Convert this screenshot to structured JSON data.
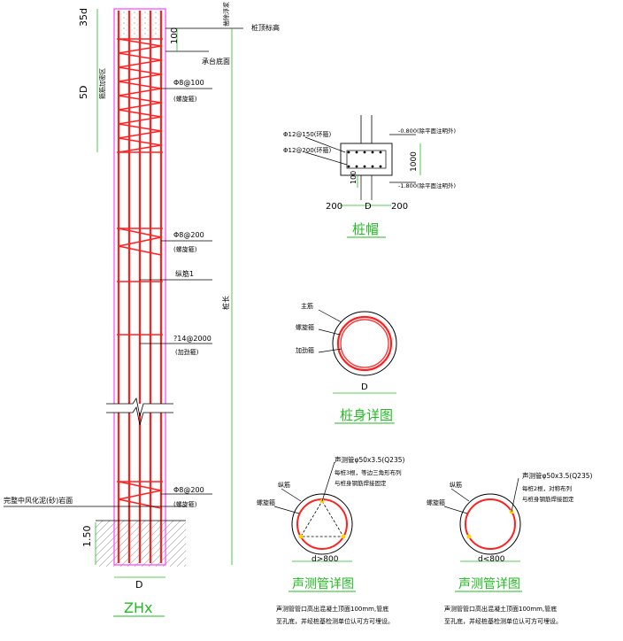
{
  "pile": {
    "dim_35d": "35d",
    "dim_100": "100",
    "dim_5d": "5D",
    "dim_150": "1.50",
    "dim_d": "D",
    "pile_length": "桩长",
    "pile_top_elev": "桩顶标高",
    "cap_bottom": "承台底面",
    "chisel_label": "凿除浮浆",
    "dense_zone": "箍筋加密区",
    "spiral_dense": "Φ8@100",
    "spiral_dense_note": "(螺旋箍)",
    "spiral_mid": "Φ8@200",
    "spiral_mid_note": "(螺旋箍)",
    "longitudinal": "纵筋1",
    "stiffener": "?14@2000",
    "stiffener_note": "(加劲箍)",
    "spiral_low": "Φ8@200",
    "spiral_low_note": "(螺旋箍)",
    "rock_label": "完整中风化泥(砂)岩面",
    "title": "ZHx"
  },
  "cap": {
    "top_bar": "Φ12@150(环箍)",
    "bot_bar": "Φ12@200(环箍)",
    "elev_top": "-0.800(除平面注明外)",
    "elev_bot": "-1.800(除平面注明外)",
    "dim_1000": "1000",
    "dim_100": "100",
    "dim_left": "200",
    "dim_d": "D",
    "dim_right": "200",
    "title": "桩帽"
  },
  "section": {
    "main_bar": "主筋",
    "spiral": "螺旋箍",
    "stiffener": "加劲箍",
    "dim_d": "D",
    "title": "桩身详图"
  },
  "sonic_large": {
    "tube": "声测管φ50x3.5(Q235)",
    "note1": "每桩3根，等边三角形布列",
    "note2": "与桩身钢筋焊接固定",
    "bar": "纵筋",
    "spiral": "螺旋箍",
    "dim": "d>800",
    "title": "声测管详图",
    "foot1": "声测管管口高出混凝土顶面100mm,管底",
    "foot2": "至孔底，并经桩基检测单位认可方可埋设。"
  },
  "sonic_small": {
    "tube": "声测管φ50x3.5(Q235)",
    "note1": "每桩2根，对称布列",
    "note2": "与桩身钢筋焊接固定",
    "bar": "纵筋",
    "spiral": "螺旋箍",
    "dim": "d<800",
    "title": "声测管详图",
    "foot1": "声测管管口高出混凝土顶面100mm,管底",
    "foot2": "至孔底，并经桩基检测单位认可方可埋设。"
  },
  "colors": {
    "rebar": "#ff2020",
    "outline": "#ff40ff",
    "dim": "#22bb22",
    "ink": "#000000"
  }
}
